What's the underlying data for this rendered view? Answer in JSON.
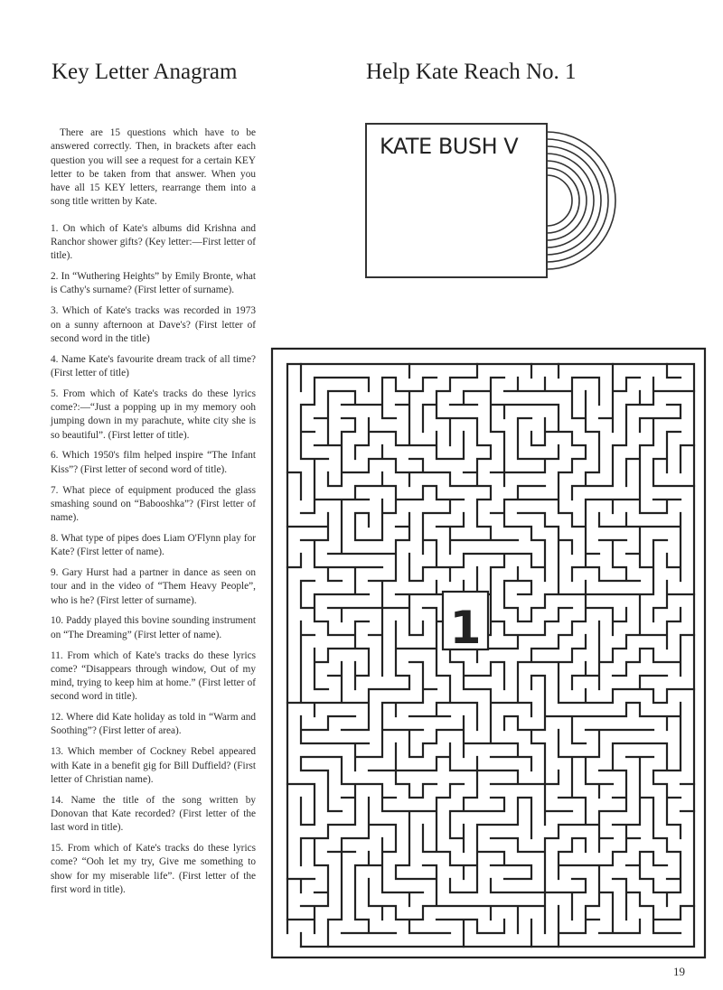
{
  "left_title": "Key Letter Anagram",
  "right_title": "Help Kate Reach No. 1",
  "intro": "There are 15 questions which have to be answered correctly. Then, in brackets after each question you will see a request for a certain KEY letter to be taken from that answer. When you have all 15 KEY letters, rearrange them into a song title written by Kate.",
  "questions": [
    "1. On which of Kate's albums did Krishna and Ranchor shower gifts? (Key letter:—First letter of title).",
    "2. In “Wuthering Heights” by Emily Bronte, what is Cathy's surname? (First letter of surname).",
    "3. Which of Kate's tracks was recorded in 1973 on a sunny afternoon at Dave's? (First letter of second word in the title)",
    "4. Name Kate's favourite dream track of all time? (First letter of title)",
    "5. From which of Kate's tracks do these lyrics come?:—“Just a popping up in my memory ooh jumping down in my parachute, white city she is so beautiful”. (First letter of title).",
    "6. Which 1950's film helped inspire “The Infant Kiss”? (First letter of second word of title).",
    "7. What piece of equipment produced the glass smashing sound on “Babooshka”? (First letter of name).",
    "8. What type of pipes does Liam O'Flynn play for Kate? (First letter of name).",
    "9. Gary Hurst had a partner in dance as seen on tour and in the video of “Them Heavy People”, who is he? (First letter of surname).",
    "10. Paddy played this bovine sounding instrument on “The Dreaming” (First letter of name).",
    "11. From which of Kate's tracks do these lyrics come? “Disappears through window, Out of my mind, trying to keep him at home.” (First letter of second word in title).",
    "12. Where did Kate holiday as told in “Warm and Soothing”? (First letter of area).",
    "13. Which member of Cockney Rebel appeared with Kate in a benefit gig for Bill Duffield? (First letter of Christian name).",
    "14. Name the title of the song written by Donovan that Kate recorded? (First letter of the last word in title).",
    "15. From which of Kate's tracks do these lyrics come? “Ooh let my try, Give me something to show for my miserable life”. (First letter of the first word in title)."
  ],
  "record_sleeve_text": "KATE BUSH V",
  "maze_goal": "1",
  "page_number": "19"
}
